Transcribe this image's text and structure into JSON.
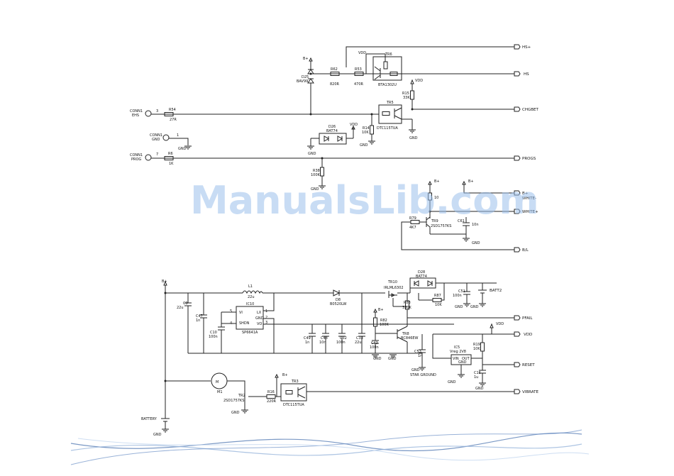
{
  "watermark": "ManualsLib.com",
  "connectors": {
    "conn1": "CONN1",
    "ehs": "EHS",
    "pin3": "3",
    "pin1": "1",
    "pin7": "7",
    "gnd": "GND",
    "prog": "PROG"
  },
  "nets": {
    "hs_plus": "HS+",
    "hs": "HS",
    "charge": "CHGBET",
    "progs": "PROGS",
    "b_plus_white": "B+",
    "white_minus": "WHITE-",
    "white_plus": "WHITE+",
    "bl": "B/L",
    "batt2": "BATT2",
    "pfail": "PFAIL",
    "vdd": "VDD",
    "reset": "RESET",
    "vibrate": "VIBRATE",
    "b_plus": "B+",
    "gnd": "GND",
    "battery": "BATTERY",
    "star_ground": "STAR GROUND"
  },
  "components": {
    "d25": "D25",
    "d25_part": "BAV99",
    "r62": "R62",
    "r62_val": "820R",
    "r53": "R53",
    "r53_val": "470R",
    "tr6": "TR6",
    "tr6_part": "BTA1302U",
    "r15": "R15",
    "r15_val": "33K",
    "tr5": "TR5",
    "tr5_part": "DTC115TUA",
    "d26": "D26",
    "d26_part": "BAT74",
    "r14": "R14",
    "r14_val": "10K",
    "r54": "R54",
    "r54_val": "27R",
    "r6": "R6",
    "r6_val": "1K",
    "r38": "R38",
    "r38_val": "100K",
    "r79": "R79",
    "r79_val": "4K7",
    "tr9": "TR9",
    "tr9_part": "2SD1757KS",
    "c61": "C61",
    "c61_val": "10n",
    "l1": "L1",
    "l1_val": "22u",
    "ic10": "IC10",
    "ic10_part": "SP6641A",
    "c9": "C9",
    "c9_val": "22u",
    "c47": "C47",
    "c47_val": "1n",
    "c10": "C10",
    "c10_val": "100n",
    "d8": "D8",
    "d8_part": "B0520LW",
    "c49": "C49",
    "c49_val": "1n",
    "c48": "C48",
    "c48_val": "10n",
    "c32": "C32",
    "c32_val": "100n",
    "c33": "C33",
    "c33_val": "22u",
    "tr10": "TR10",
    "tr10_part": "IRLML6302",
    "r82": "R82",
    "r82_val": "100K",
    "c43": "C43",
    "c43_val": "100n",
    "r83": "R83",
    "r83_val": "330K",
    "tr8": "TR8",
    "tr8_part": "BC846EW",
    "d28": "D28",
    "d28_part": "BAT74",
    "r87": "R87",
    "r87_val": "10K",
    "c51": "C51",
    "c51_val": "100n",
    "ic5": "IC5",
    "ic5_part": "Vreg 2V8",
    "r19": "R19",
    "r19_val": "10K",
    "c16": "C16",
    "c16_val": "1u",
    "c53": "C53",
    "c53_val": "1n",
    "m1": "M1",
    "tr2": "TR2",
    "tr2_part": "2SD1757KS",
    "r16": "R16",
    "r16_val": "220R",
    "tr3": "TR3",
    "tr3_part": "DTC115TUA"
  },
  "ic_pins": {
    "vi": "VI",
    "shdn": "SHDN",
    "lx": "LX",
    "gnd": "GND",
    "vo": "VO",
    "vin": "VIN",
    "out": "OUT"
  }
}
